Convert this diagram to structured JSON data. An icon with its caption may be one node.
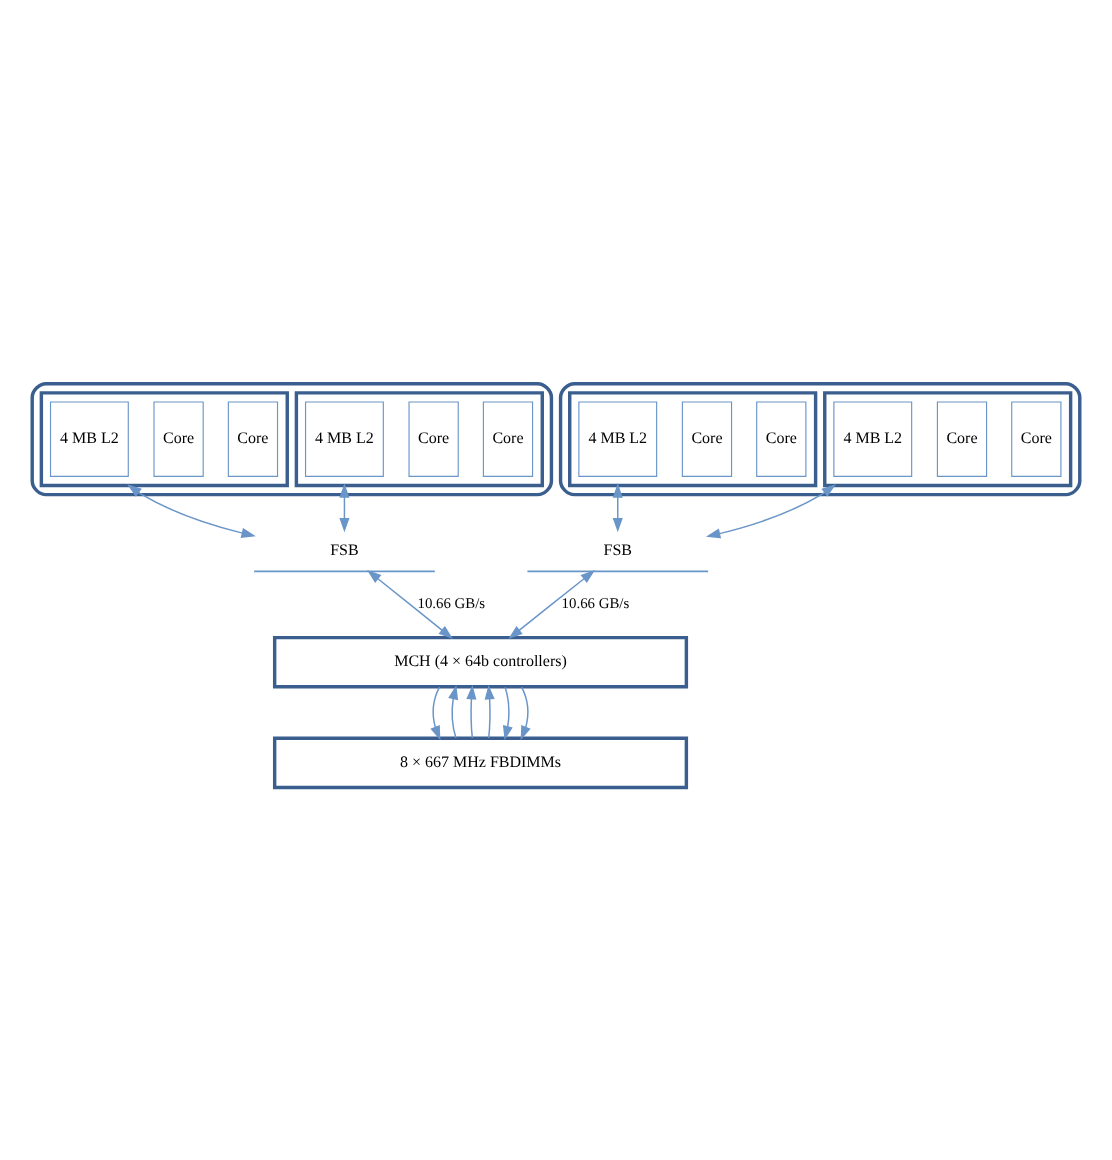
{
  "diagram": {
    "nodes": [
      {
        "text": [],
        "shape": "box"
      },
      {
        "text": [],
        "shape": "box",
        "in": 0
      },
      {
        "text": [
          "Core"
        ],
        "in": 1
      },
      {
        "text": [
          "Core"
        ],
        "in": 1
      },
      {
        "text": [
          "4 MB L2"
        ],
        "in": 1
      },
      {
        "text": [],
        "shape": "box",
        "in": 0
      },
      {
        "text": [
          "Core"
        ],
        "in": 5
      },
      {
        "text": [
          "Core"
        ],
        "in": 5
      },
      {
        "text": [
          "4 MB L2"
        ],
        "in": 5
      },
      {
        "text": [],
        "shape": "box"
      },
      {
        "text": [],
        "shape": "box",
        "in": 9
      },
      {
        "text": [
          "Core"
        ],
        "in": 10
      },
      {
        "text": [
          "Core"
        ],
        "in": 10
      },
      {
        "text": [
          "4 MB L2"
        ],
        "in": 10
      },
      {
        "text": [],
        "shape": "box",
        "in": 9
      },
      {
        "text": [
          "Core"
        ],
        "in": 14
      },
      {
        "text": [
          "Core"
        ],
        "in": 14
      },
      {
        "text": [
          "4 MB L2"
        ],
        "in": 14
      },
      {
        "text": [
          "FSB"
        ]
      },
      {
        "text": [
          "FSB"
        ]
      },
      {
        "text": [
          "MCH (4 × 64b controllers)"
        ]
      },
      {
        "text": [
          "8 × 667 MHz FBDIMMs"
        ]
      }
    ],
    "edges": [
      {
        "from": 1,
        "to": 18,
        "arrow": "both"
      },
      {
        "from": 5,
        "to": 18,
        "arrow": "both"
      },
      {
        "from": 10,
        "to": 19,
        "arrow": "both"
      },
      {
        "from": 14,
        "to": 19,
        "arrow": "both"
      },
      {
        "from": 18,
        "to": 20,
        "arrow": "both",
        "label": "10.66 GB/s"
      },
      {
        "from": 19,
        "to": 20,
        "arrow": "both",
        "label": "10.66 GB/s"
      },
      {
        "from": 21,
        "to": 20,
        "arrow": "to"
      },
      {
        "from": 21,
        "to": 20,
        "arrow": "to"
      },
      {
        "from": 21,
        "to": 20,
        "arrow": "to"
      },
      {
        "from": 20,
        "to": 21,
        "arrow": "to"
      },
      {
        "from": 20,
        "to": 21,
        "arrow": "to"
      },
      {
        "from": 20,
        "to": 21,
        "arrow": "to"
      }
    ]
  }
}
